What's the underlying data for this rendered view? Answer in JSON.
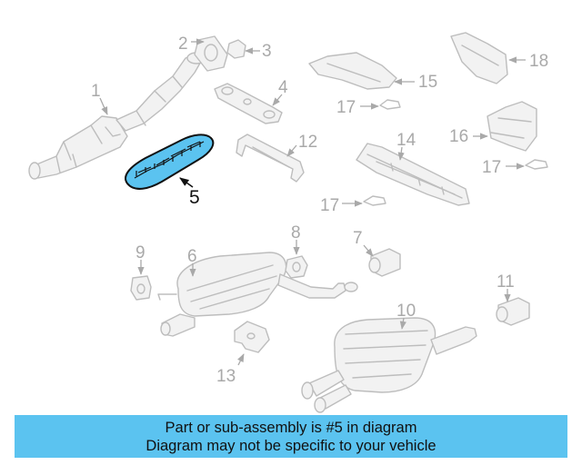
{
  "diagram": {
    "highlighted_part": "5",
    "highlight_color": "#5bc3f0",
    "part_labels": {
      "p1": "1",
      "p2": "2",
      "p3": "3",
      "p4": "4",
      "p5": "5",
      "p6": "6",
      "p7": "7",
      "p8": "8",
      "p9": "9",
      "p10": "10",
      "p11": "11",
      "p12": "12",
      "p13": "13",
      "p14": "14",
      "p15": "15",
      "p16": "16",
      "p17": "17",
      "p18": "18"
    }
  },
  "banner": {
    "line1": "Part or sub-assembly is #5 in diagram",
    "line2": "Diagram may not be specific to your vehicle"
  }
}
